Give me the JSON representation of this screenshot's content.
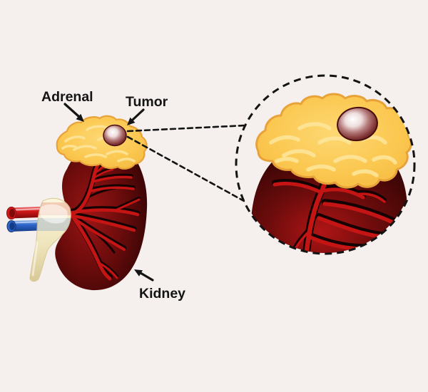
{
  "labels": {
    "adrenal": "Adrenal",
    "tumor": "Tumor",
    "kidney": "Kidney"
  },
  "colors": {
    "background": "#F5F0EE",
    "ink": "#141414",
    "adrenal_base": "#FBC851",
    "adrenal_light": "#FDD873",
    "adrenal_deep": "#F4B73C",
    "adrenal_edge": "#E8A23A",
    "adrenal_highlight": "#FDE59A",
    "kidney_light": "#9C1515",
    "kidney_mid": "#6E0C0C",
    "kidney_dark": "#420606",
    "kidney_edge": "#2D0404",
    "kidney_bright": "#B01515",
    "vessel_red": "#C41414",
    "vessel_black": "#150202",
    "tumor_core": "#FFFFFF",
    "tumor_light": "#EFDEDE",
    "tumor_mid": "#B47878",
    "tumor_deep": "#843939",
    "tumor_rim": "#4A0D0D",
    "artery_light": "#F47B7B",
    "artery_red": "#D01818",
    "artery_dark": "#7E0A0A",
    "vein_light": "#9CC2F2",
    "vein_blue": "#2E66CC",
    "vein_dark": "#143C86",
    "ureter_light": "#FBF5DC",
    "ureter_cream": "#EFE5BC",
    "ureter_shadow": "#D8C995"
  }
}
